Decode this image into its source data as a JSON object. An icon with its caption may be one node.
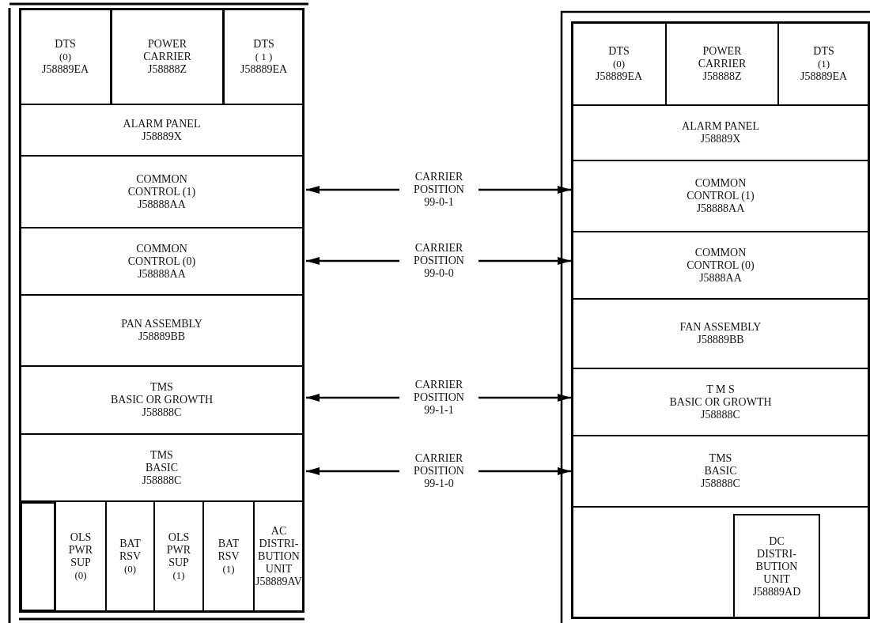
{
  "diagram": {
    "nodes": [
      {
        "text": [],
        "shape": "box"
      },
      {
        "text": [
          "DTS",
          "(0)",
          "J58889EA"
        ],
        "in": 0
      },
      {
        "text": [
          "POWER",
          "CARRIER",
          "J58888Z"
        ],
        "in": 0
      },
      {
        "text": [
          "DTS",
          "( 1 )",
          "J58889EA"
        ],
        "in": 0
      },
      {
        "text": [
          "ALARM PANEL",
          "J58889X"
        ],
        "in": 0
      },
      {
        "text": [
          "COMMON",
          "CONTROL (1)",
          "J58888AA"
        ],
        "in": 0
      },
      {
        "text": [
          "COMMON",
          "CONTROL (0)",
          "J58888AA"
        ],
        "in": 0
      },
      {
        "text": [
          "PAN ASSEMBLY",
          "J58889BB"
        ],
        "in": 0
      },
      {
        "text": [
          "TMS",
          "BASIC OR GROWTH",
          "J58888C"
        ],
        "in": 0
      },
      {
        "text": [
          "TMS",
          "BASIC",
          "J58888C"
        ],
        "in": 0
      },
      {
        "text": [],
        "shape": "box",
        "in": 0
      },
      {
        "text": [],
        "shape": "box",
        "in": 10
      },
      {
        "text": [
          "OLS",
          "PWR",
          "SUP",
          "(0)"
        ],
        "in": 10
      },
      {
        "text": [
          "BAT",
          "RSV",
          "(0)"
        ],
        "in": 10
      },
      {
        "text": [
          "OLS",
          "PWR",
          "SUP",
          "(1)"
        ],
        "in": 10
      },
      {
        "text": [
          "BAT",
          "RSV",
          "(1)"
        ],
        "in": 10
      },
      {
        "text": [
          "AC",
          "DISTRI-",
          "BUTION",
          "UNIT",
          "J58889AV"
        ],
        "in": 10
      },
      {
        "text": [
          "CARRIER",
          "POSITION",
          "99-0-1"
        ]
      },
      {
        "text": [
          "CARRIER",
          "POSITION",
          "99-0-0"
        ]
      },
      {
        "text": [
          "CARRIER",
          "POSITION",
          "99-1-1"
        ]
      },
      {
        "text": [
          "CARRIER",
          "POSITION",
          "99-1-0"
        ]
      },
      {
        "text": [],
        "shape": "box"
      },
      {
        "text": [
          "DTS",
          "(0)",
          "J58889EA"
        ],
        "in": 21
      },
      {
        "text": [
          "POWER",
          "CARRIER",
          "J58888Z"
        ],
        "in": 21
      },
      {
        "text": [
          "DTS",
          "(1)",
          "J58889EA"
        ],
        "in": 21
      },
      {
        "text": [
          "ALARM PANEL",
          "J58889X"
        ],
        "in": 21
      },
      {
        "text": [
          "COMMON",
          "CONTROL  (1)",
          "J58888AA"
        ],
        "in": 21
      },
      {
        "text": [
          "COMMON",
          "CONTROL  (0)",
          "J5888AA"
        ],
        "in": 21
      },
      {
        "text": [
          "FAN ASSEMBLY",
          "J58889BB"
        ],
        "in": 21
      },
      {
        "text": [
          "T M S",
          "BASIC OR GROWTH",
          "J58888C"
        ],
        "in": 21
      },
      {
        "text": [
          "TMS",
          "BASIC",
          "J58888C"
        ],
        "in": 21
      },
      {
        "text": [],
        "shape": "box",
        "in": 21
      },
      {
        "text": [
          "DC",
          "DISTRI-",
          "BUTION",
          "UNIT",
          "J58889AD"
        ],
        "in": 31
      }
    ],
    "edges": [
      {
        "from": 17,
        "to": 5,
        "arrow": "to"
      },
      {
        "from": 17,
        "to": 26,
        "arrow": "to"
      },
      {
        "from": 18,
        "to": 6,
        "arrow": "to"
      },
      {
        "from": 18,
        "to": 27,
        "arrow": "to"
      },
      {
        "from": 19,
        "to": 8,
        "arrow": "to"
      },
      {
        "from": 19,
        "to": 29,
        "arrow": "to"
      },
      {
        "from": 20,
        "to": 9,
        "arrow": "to"
      },
      {
        "from": 20,
        "to": 30,
        "arrow": "to"
      }
    ]
  }
}
